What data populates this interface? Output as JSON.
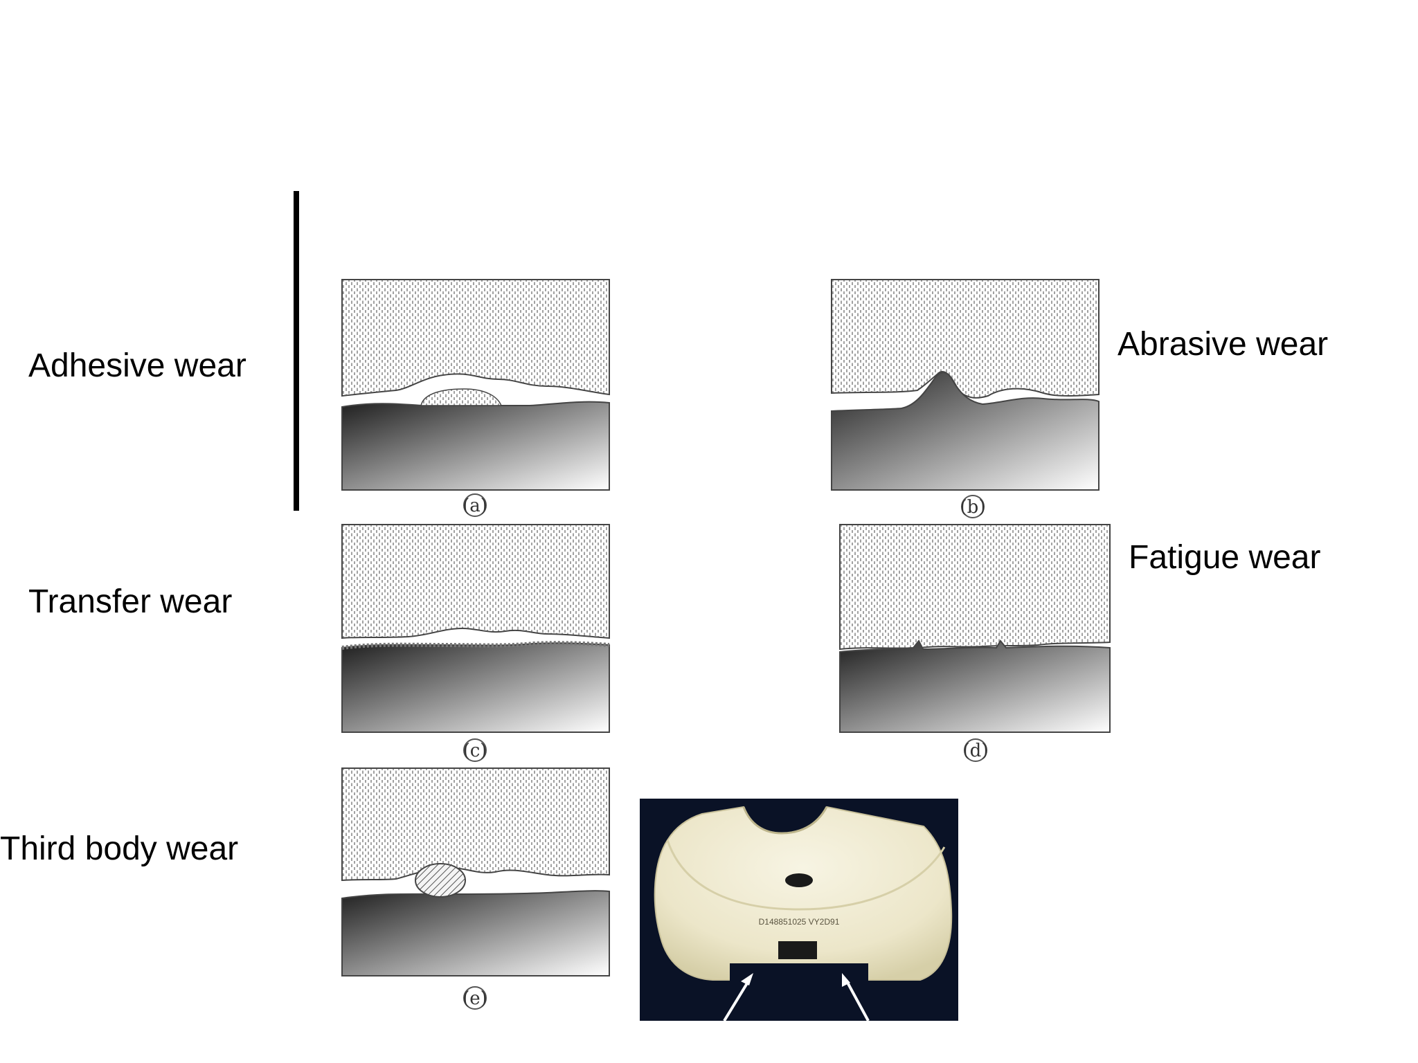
{
  "labels": {
    "adhesive": "Adhesive wear",
    "abrasive": "Abrasive wear",
    "transfer": "Transfer wear",
    "fatigue": "Fatigue wear",
    "third_body": "Third body wear"
  },
  "panels": [
    {
      "id": "a",
      "caption": "(a)"
    },
    {
      "id": "b",
      "caption": "(b)"
    },
    {
      "id": "c",
      "caption": "(c)"
    },
    {
      "id": "d",
      "caption": "(d)"
    },
    {
      "id": "e",
      "caption": "(e)"
    }
  ],
  "photo": {
    "serial_text": "D148851025   VY2D91"
  },
  "colors": {
    "text": "#000000",
    "photo_background": "#0a1226",
    "insert": "#f1edd6",
    "arrow": "#ffffff"
  }
}
